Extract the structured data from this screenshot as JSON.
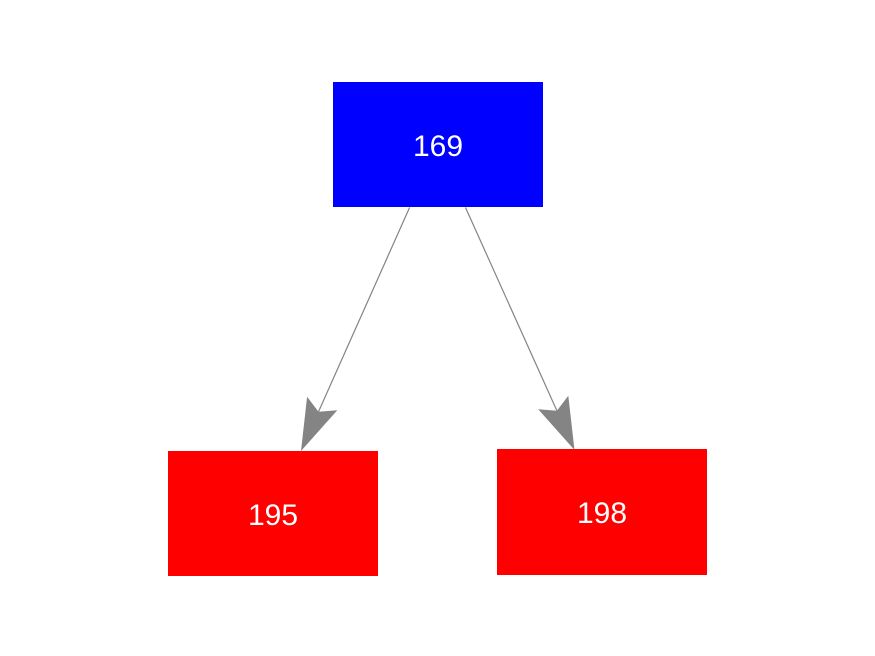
{
  "diagram": {
    "background_color": "#ffffff",
    "nodes": [
      {
        "label": "169",
        "shape": "box",
        "color": "#0000ff",
        "text_color": "#ffffff"
      },
      {
        "label": "195",
        "shape": "box",
        "color": "#ff0000",
        "text_color": "#ffffff"
      },
      {
        "label": "198",
        "shape": "box",
        "color": "#ff0000",
        "text_color": "#ffffff"
      }
    ],
    "edges": [
      {
        "from": "169",
        "to": "195",
        "color": "#848484",
        "arrow": "to"
      },
      {
        "from": "169",
        "to": "198",
        "color": "#848484",
        "arrow": "to"
      }
    ]
  }
}
